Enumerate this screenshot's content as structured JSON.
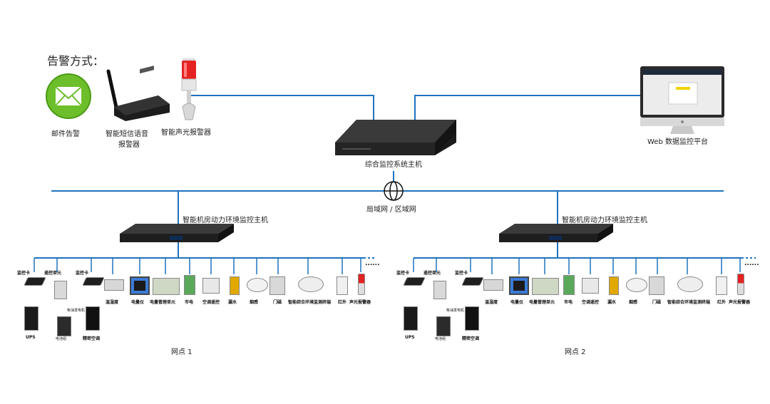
{
  "colors": {
    "line": "#1e73be",
    "device_dark": "#2a2a2a",
    "mail_green": "#6cbf2a",
    "alarm_red": "#e52222"
  },
  "alarm": {
    "title": "告警方式：",
    "email_label": "邮件告警",
    "sms_label_line1": "智能短信语音",
    "sms_label_line2": "报警器",
    "light_label": "智能声光报警器"
  },
  "central": {
    "host_label": "综合监控系统主机",
    "network_label": "局域网 / 区域网"
  },
  "web": {
    "label": "Web 数据监控平台"
  },
  "sites": [
    {
      "host_label": "智能机房动力环境监控主机",
      "site_label": "网点 1",
      "devices": {
        "card1": "监控卡",
        "remote": "遥控单元",
        "card2": "监控卡",
        "temp": "温湿度",
        "meter": "电量仪",
        "power_unit": "电量管理单元",
        "mains": "市电",
        "ac_remote": "空调遥控",
        "leak": "漏水",
        "smoke": "烟感",
        "door": "门磁",
        "env": "智能综合环境监测终端",
        "ir": "红外",
        "alarm": "声光报警器",
        "ups": "UPS",
        "generator_note": "柴油发电机",
        "battery": "电池组",
        "precision_ac": "精密空调",
        "more": "......"
      }
    },
    {
      "host_label": "智能机房动力环境监控主机",
      "site_label": "网点 2",
      "devices": {
        "card1": "监控卡",
        "remote": "遥控单元",
        "card2": "监控卡",
        "temp": "温湿度",
        "meter": "电量仪",
        "power_unit": "电量管理单元",
        "mains": "市电",
        "ac_remote": "空调遥控",
        "leak": "漏水",
        "smoke": "烟感",
        "door": "门磁",
        "env": "智能综合环境监测终端",
        "ir": "红外",
        "alarm": "声光报警器",
        "ups": "UPS",
        "generator_note": "柴油发电机",
        "battery": "电池组",
        "precision_ac": "精密空调",
        "more": "......"
      }
    }
  ]
}
